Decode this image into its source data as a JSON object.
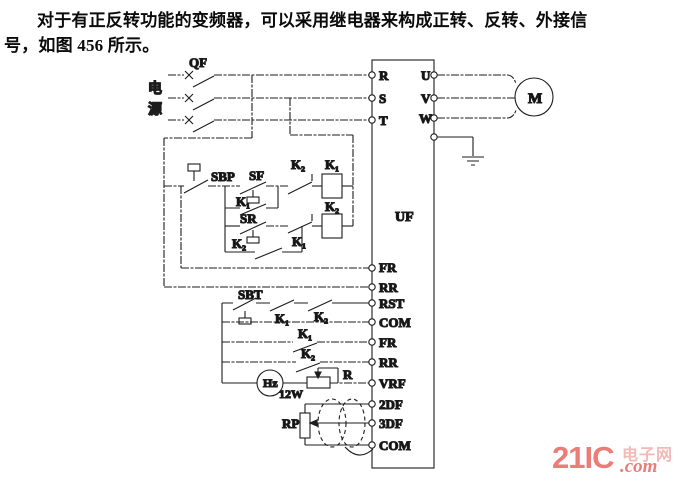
{
  "paragraph": {
    "line1": "对于有正反转功能的变频器，可以采用继电器来构成正转、反转、外接信",
    "line2": "号，如图 456 所示。"
  },
  "circuit": {
    "breaker_label": "QF",
    "power_label_char1": "电",
    "power_label_char2": "源",
    "inverter_label": "UF",
    "motor_label": "M",
    "input_terminals": [
      "R",
      "S",
      "T"
    ],
    "output_terminals": [
      "U",
      "V",
      "W"
    ],
    "control_terminals": [
      "FR",
      "RR",
      "RST",
      "COM",
      "FR",
      "RR",
      "VRF",
      "2DF",
      "3DF",
      "COM"
    ],
    "stop_button": "SBP",
    "forward_button": "SF",
    "reverse_button": "SR",
    "reset_button": "SBT",
    "relay1": "K₁",
    "relay2": "K₂",
    "freq_meter": "Hz",
    "meter_rating": "12W",
    "resistor": "R",
    "potentiometer": "RP"
  },
  "watermark": {
    "brand": "21IC",
    "site_name": "电子网",
    "tld": ".com",
    "accent_color": "#ea7d78"
  }
}
